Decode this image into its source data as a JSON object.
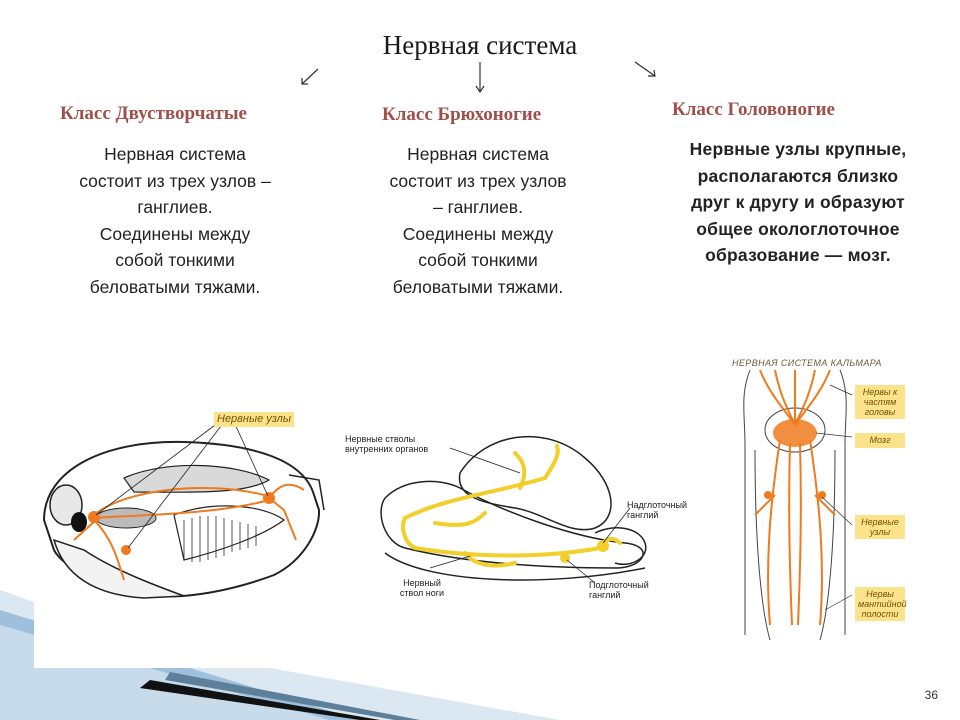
{
  "slide": {
    "title": "Нервная система",
    "page_number": "36"
  },
  "columns": [
    {
      "heading": "Класс Двустворчатые",
      "lines": [
        "Нервная система",
        "состоит из трех узлов –",
        "ганглиев.",
        "Соединены между",
        "собой тонкими",
        "беловатыми тяжами."
      ]
    },
    {
      "heading": "Класс Брюхоногие",
      "lines": [
        "Нервная система",
        "состоит из трех узлов",
        "– ганглиев.",
        "Соединены между",
        "собой тонкими",
        "беловатыми тяжами."
      ]
    },
    {
      "heading": "Класс Головоногие",
      "lines": [
        "Нервные узлы крупные,",
        "располагаются близко",
        "друг к другу и образуют",
        "общее окологлоточное",
        "образование — мозг."
      ]
    }
  ],
  "figures": {
    "bivalve": {
      "label": "Нервные узлы"
    },
    "gastropod": {
      "label_top_left": "Нервные стволы внутренних органов",
      "label_right": "Надглоточный ганглий",
      "label_bottom_left": "Нервный ствол ноги",
      "label_bottom_right": "Подглоточный ганглий"
    },
    "squid": {
      "title": "НЕРВНАЯ СИСТЕМА КАЛЬМАРА",
      "labels": [
        "Нервы к частям головы",
        "Мозг",
        "Нервные узлы",
        "Нервы мантийной полости"
      ]
    }
  },
  "colors": {
    "heading": "#a0504a",
    "nerve_orange": "#f07a1e",
    "nerve_yellow": "#f2cf2a",
    "label_bg": "#fbe38c"
  }
}
